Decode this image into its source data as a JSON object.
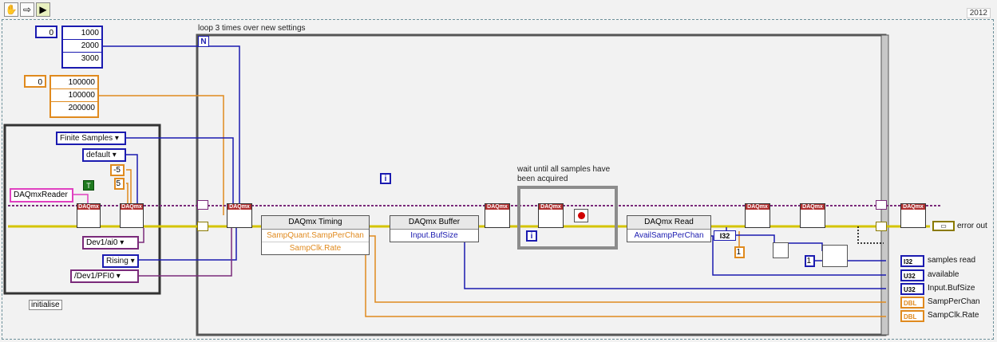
{
  "toolbar": {
    "icons": [
      "hand-icon",
      "arrow-icon",
      "run-icon"
    ],
    "version": "2012"
  },
  "initialise_label": "initialise",
  "loop_comment": "loop 3 times over new settings",
  "wait_comment": "wait until all samples have been acquired",
  "samps_array": {
    "index": "0",
    "values": [
      "1000",
      "2000",
      "3000"
    ]
  },
  "rate_array": {
    "index": "0",
    "values": [
      "100000",
      "100000",
      "200000"
    ]
  },
  "init_block": {
    "mode": "Finite Samples",
    "config": "default",
    "min_val": "-5",
    "max_val": "5",
    "bool_const": "T",
    "task_name": "DAQmxReader",
    "channel": "Dev1/ai0",
    "edge": "Rising",
    "trigger": "/Dev1/PFI0"
  },
  "timing_node": {
    "title": "DAQmx Timing",
    "rows": [
      "SampQuant.SampPerChan",
      "SampClk.Rate"
    ]
  },
  "buffer_node": {
    "title": "DAQmx Buffer",
    "rows": [
      "Input.BufSize"
    ]
  },
  "read_node": {
    "title": "DAQmx Read",
    "rows": [
      "AvailSampPerChan"
    ]
  },
  "i32_const": "I32",
  "const_one_a": "1",
  "const_one_b": "1",
  "loop_n": "N",
  "iter_label": "i",
  "outputs": [
    {
      "tag": "I32",
      "label": "samples read",
      "color": "#1b1bb0"
    },
    {
      "tag": "U32",
      "label": "available",
      "color": "#1b1bb0"
    },
    {
      "tag": "U32",
      "label": "Input.BufSize",
      "color": "#1b1bb0"
    },
    {
      "tag": "DBL",
      "label": "SampPerChan",
      "color": "#e08a1e"
    },
    {
      "tag": "DBL",
      "label": "SampClk.Rate",
      "color": "#e08a1e"
    }
  ],
  "error_out": "error out",
  "colors": {
    "int_wire": "#1b1bb0",
    "dbl_wire": "#e08a1e",
    "task_wire": "#7a2a7a",
    "error_wire": "#d4c400"
  }
}
